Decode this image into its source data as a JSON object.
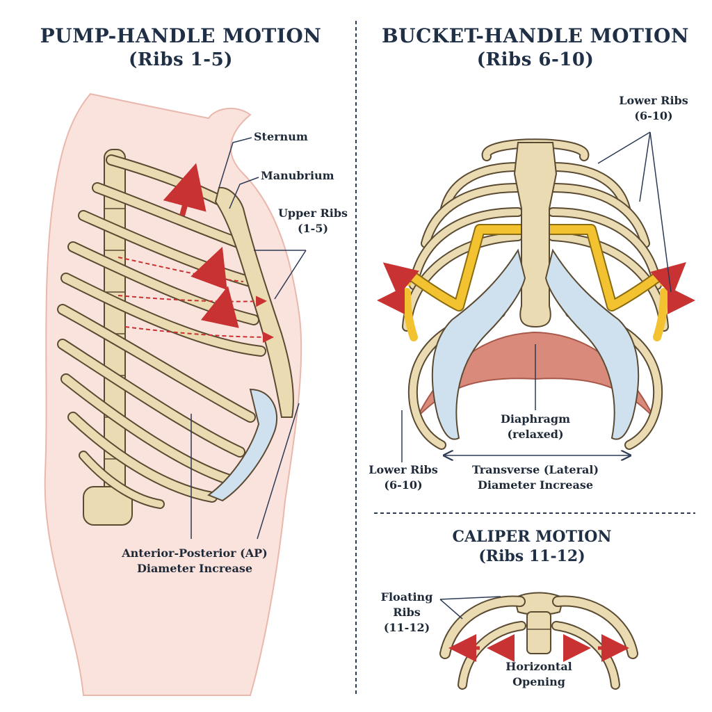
{
  "pump": {
    "title": "PUMP-HANDLE MOTION",
    "subtitle": "(Ribs 1-5)",
    "labels": {
      "sternum": "Sternum",
      "manubrium": "Manubrium",
      "upper_ribs_line1": "Upper Ribs",
      "upper_ribs_line2": "(1-5)",
      "ap_line1": "Anterior-Posterior (AP)",
      "ap_line2": "Diameter Increase"
    }
  },
  "bucket": {
    "title": "BUCKET-HANDLE MOTION",
    "subtitle": "(Ribs 6-10)",
    "labels": {
      "lower_ribs_top_line1": "Lower Ribs",
      "lower_ribs_top_line2": "(6-10)",
      "lower_ribs_bottom_line1": "Lower Ribs",
      "lower_ribs_bottom_line2": "(6-10)",
      "diaphragm_line1": "Diaphragm",
      "diaphragm_line2": "(relaxed)",
      "transverse_line1": "Transverse (Lateral)",
      "transverse_line2": "Diameter Increase"
    }
  },
  "caliper": {
    "title": "CALIPER MOTION",
    "subtitle": "(Ribs 11-12)",
    "labels": {
      "floating_line1": "Floating",
      "floating_line2": "Ribs",
      "floating_line3": "(11-12)",
      "horizontal_line1": "Horizontal",
      "horizontal_line2": "Opening"
    }
  },
  "colors": {
    "bone": "#eadbb2",
    "bone_outline": "#5a4a32",
    "cartilage": "#cfe0ef",
    "arrow_red": "#c83232",
    "highlight_yellow": "#f2c230",
    "diaphragm": "#d98a7a",
    "skin": "#fbe3dd",
    "title_navy": "#1f2f45"
  }
}
